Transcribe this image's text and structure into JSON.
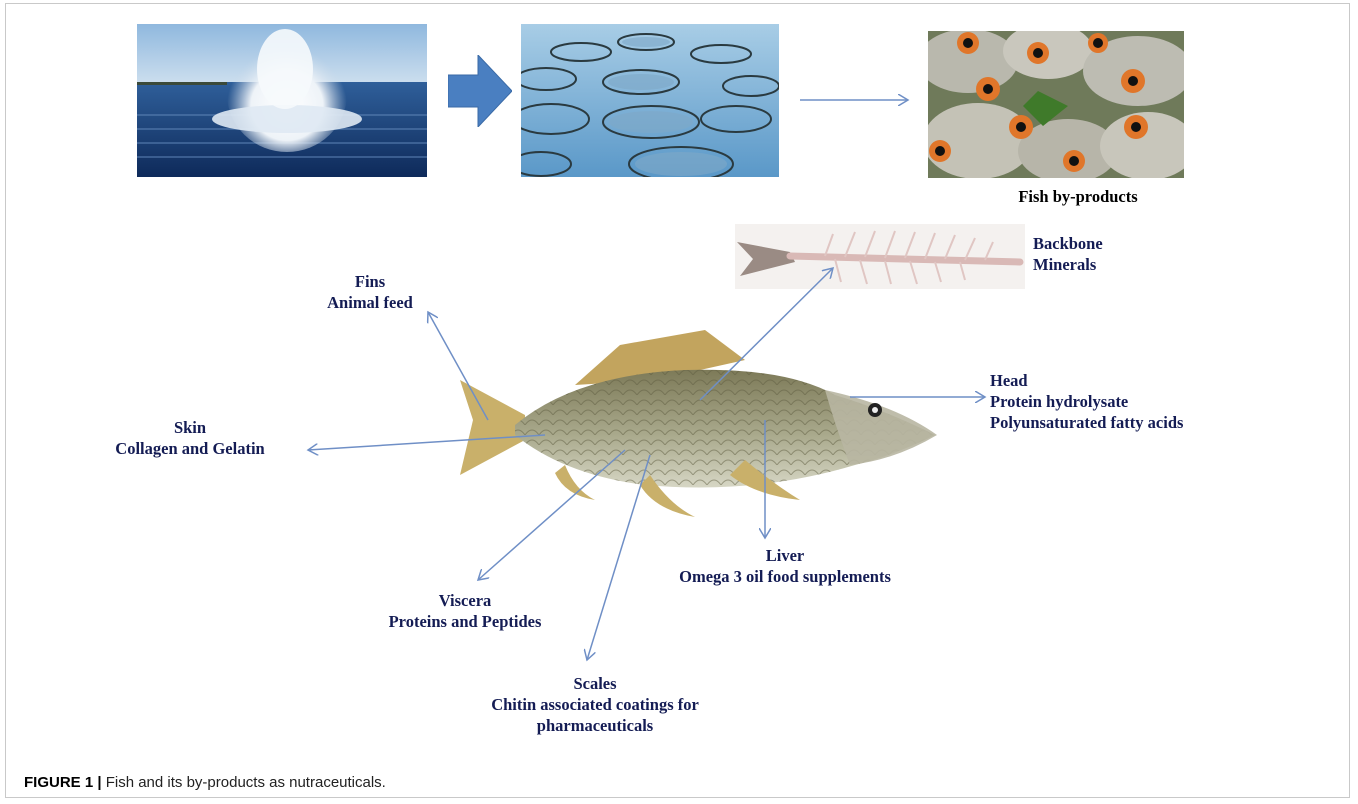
{
  "figure": {
    "caption_label": "FIGURE 1 |",
    "caption_text": " Fish and its by-products as nutraceuticals."
  },
  "top_row": {
    "by_products_label": "Fish by-products"
  },
  "parts": {
    "backbone": {
      "part": "Backbone",
      "use": "Minerals"
    },
    "fins": {
      "part": "Fins",
      "use": "Animal feed"
    },
    "head": {
      "part": "Head",
      "use_1": "Protein hydrolysate",
      "use_2": "Polyunsaturated fatty acids"
    },
    "skin": {
      "part": "Skin",
      "use": "Collagen and Gelatin"
    },
    "liver": {
      "part": "Liver",
      "use": "Omega 3 oil food supplements"
    },
    "viscera": {
      "part": "Viscera",
      "use": "Proteins and Peptides"
    },
    "scales": {
      "part": "Scales",
      "use_1": "Chitin associated coatings for",
      "use_2": "pharmaceuticals"
    }
  },
  "colors": {
    "arrow": "#6f8fc6",
    "label_text": "#141c54",
    "block_arrow": "#4a7fc1"
  }
}
